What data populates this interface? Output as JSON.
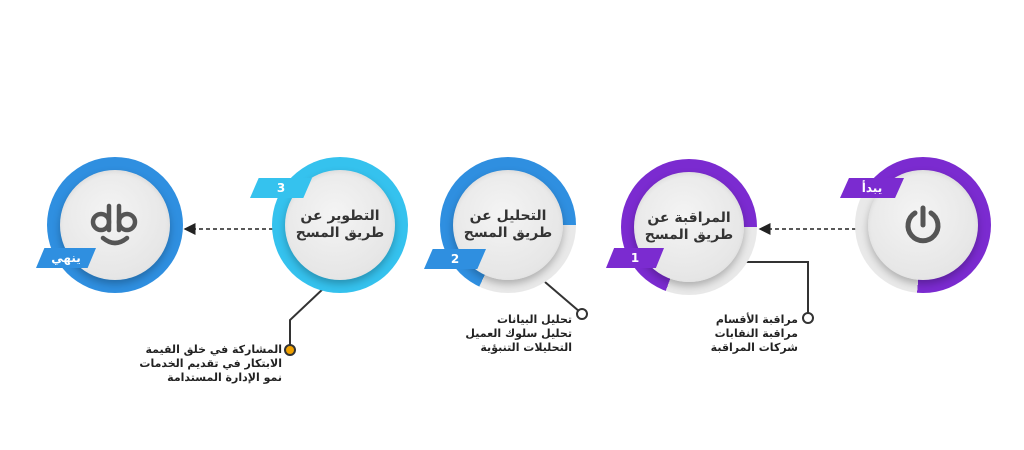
{
  "start": {
    "label": "يبدأ",
    "icon": "power-icon"
  },
  "steps": [
    {
      "number": "1",
      "title_line1": "المراقبة عن",
      "title_line2": "طريق المسح",
      "color": "#7b2bd0",
      "notes": [
        "مراقبة الأقسام",
        "مراقبة النقابات",
        "شركات المراقبة"
      ]
    },
    {
      "number": "2",
      "title_line1": "التحليل عن",
      "title_line2": "طريق المسح",
      "color": "#2f8fe0",
      "notes": [
        "تحليل البيانات",
        "تحليل سلوك العميل",
        "التحليلات التنبؤية"
      ]
    },
    {
      "number": "3",
      "title_line1": "التطوير عن",
      "title_line2": "طريق المسح",
      "color": "#35c2ee",
      "notes": [
        "المشاركة في خلق القيمة",
        "الابتكار في تقديم الخدمات",
        "نمو الإدارة المستدامة"
      ]
    }
  ],
  "end": {
    "label": "ينهي",
    "icon": "logo-icon"
  },
  "colors": {
    "purple": "#7b2bd0",
    "blue": "#2f8fe0",
    "cyan": "#35c2ee",
    "ring_gray": "#e9e9e9",
    "bullet_orange": "#f0a000"
  }
}
